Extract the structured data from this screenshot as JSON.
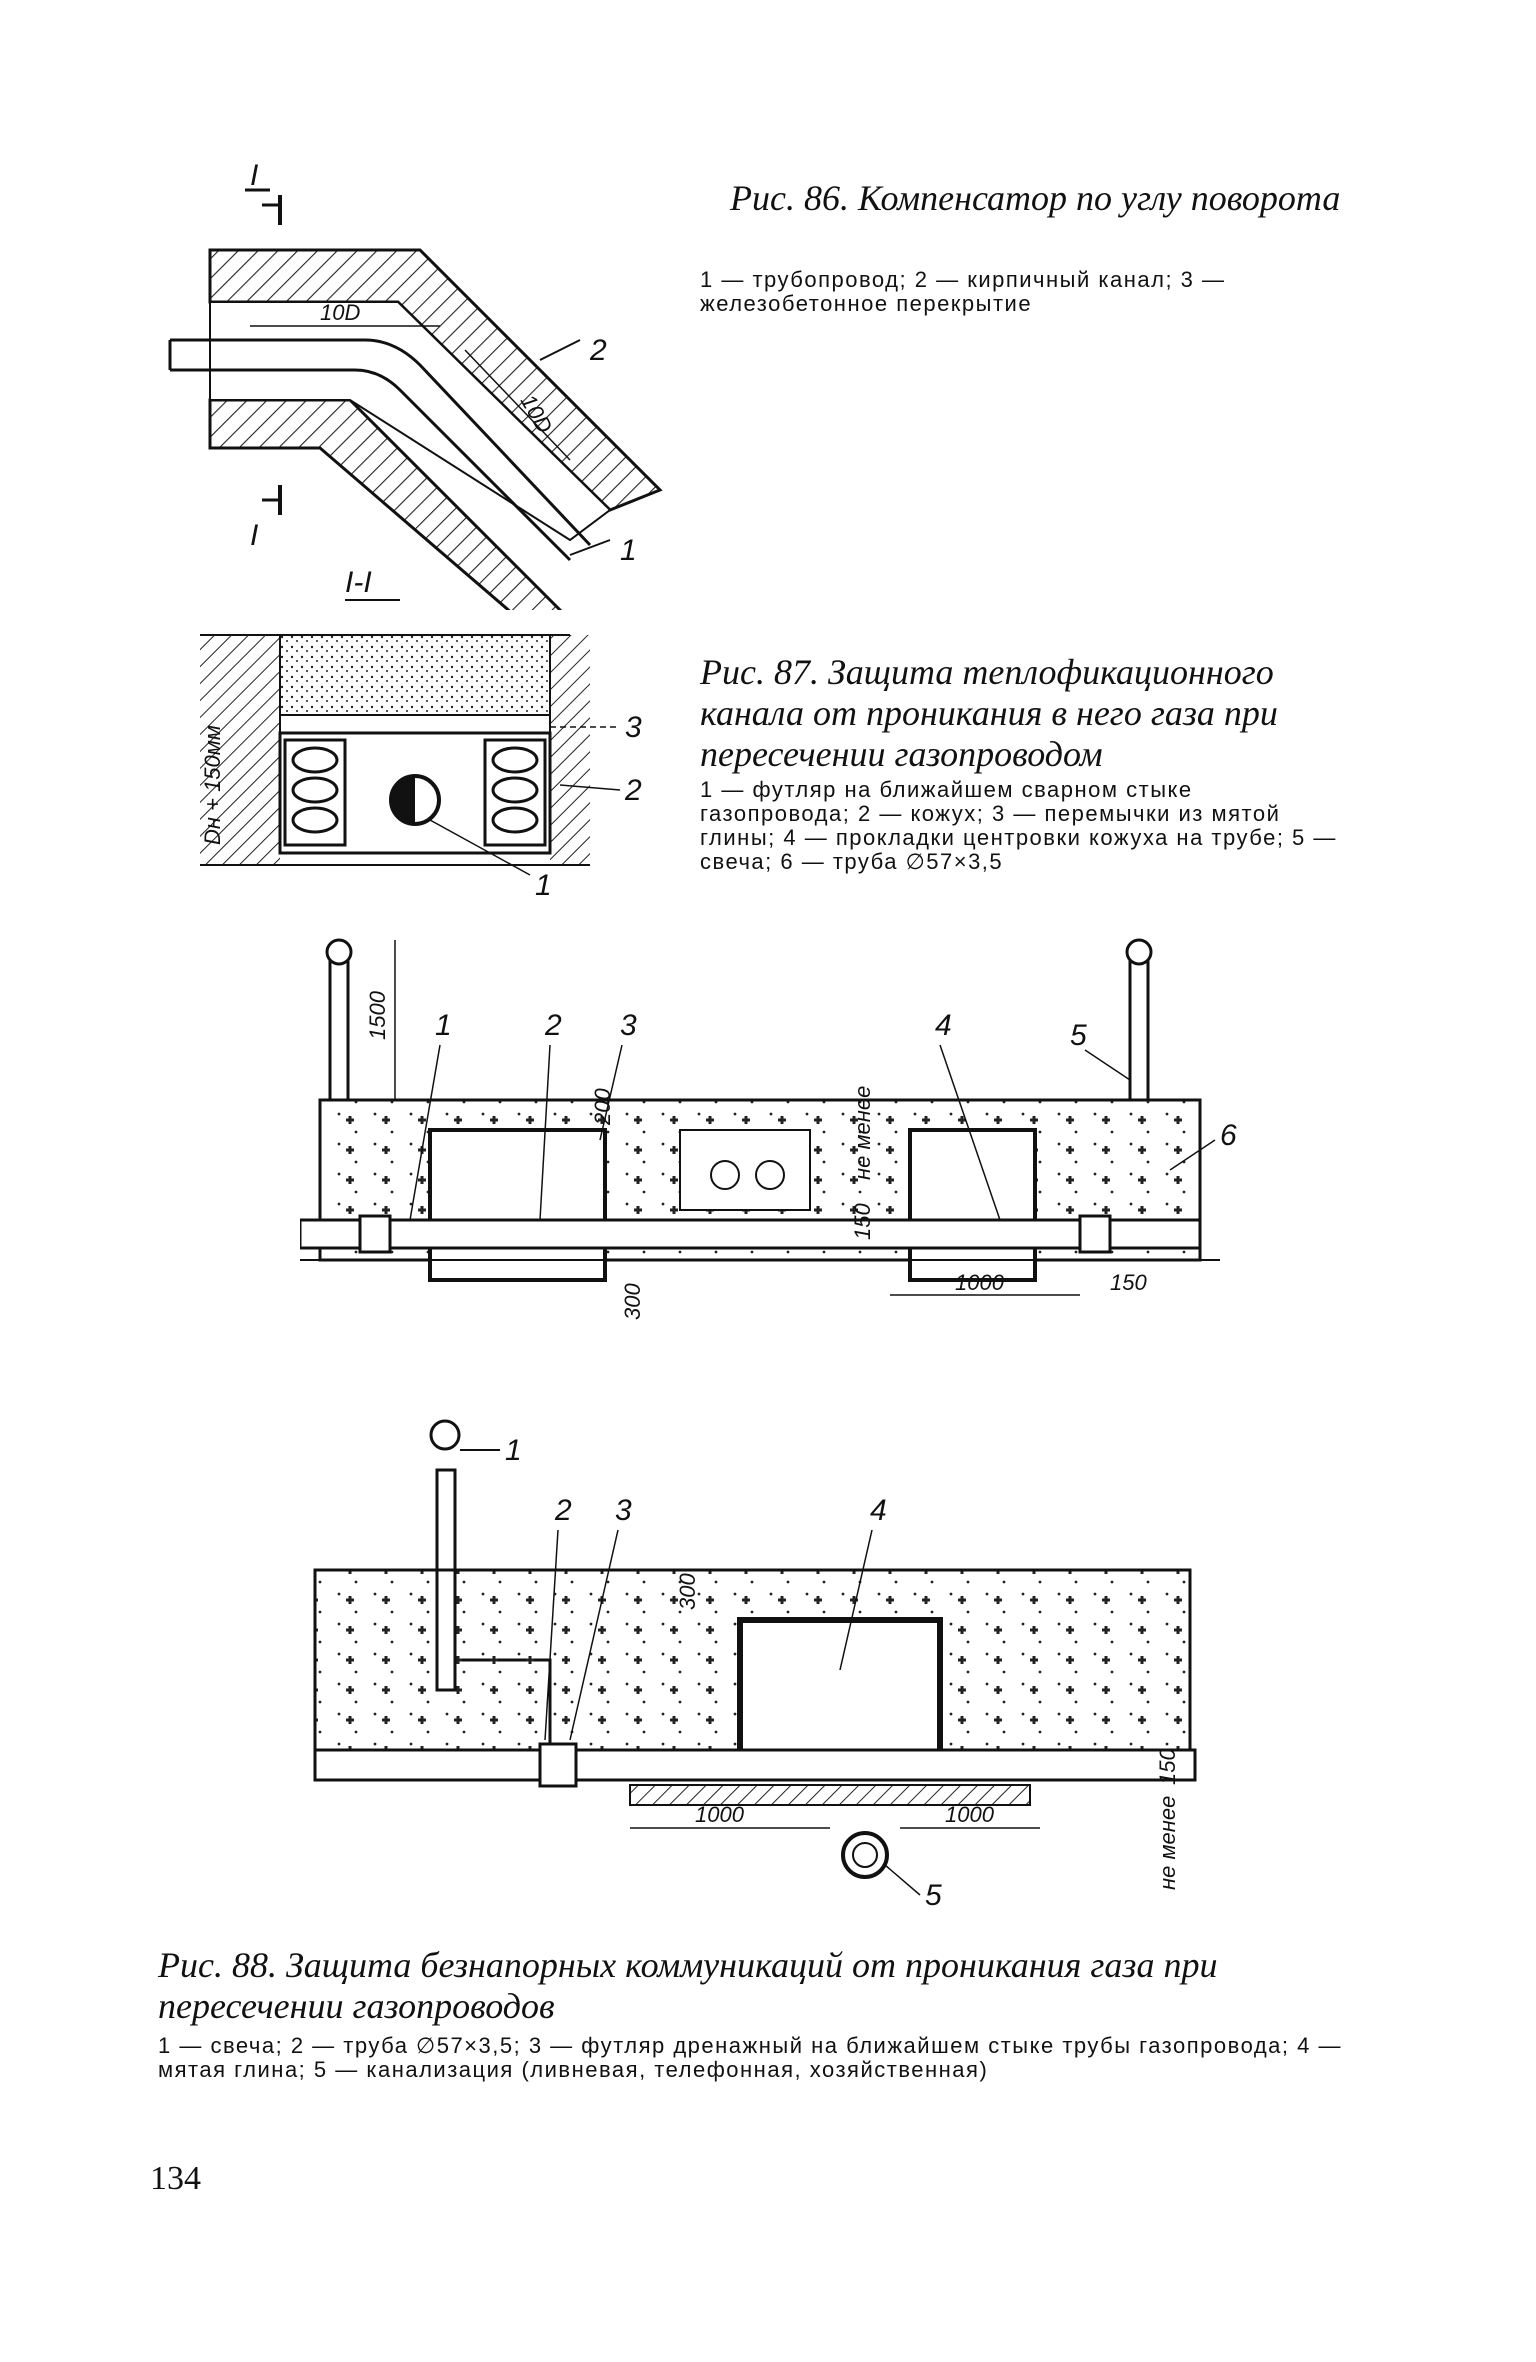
{
  "fig86": {
    "title": "Рис. 86. Компенсатор по углу поворота",
    "legend": "1 — трубопровод; 2 — кирпичный канал; 3 — железобетонное перекрытие",
    "labels": {
      "section_top": "I",
      "section_bottom": "I",
      "section_name": "I-I",
      "len1": "10D",
      "len2": "10D",
      "n1": "1",
      "n2": "2"
    }
  },
  "fig87": {
    "title": "Рис. 87. Защита теплофикационного канала от проникания в него газа при пересечении газопроводом",
    "legend": "1 — футляр на ближайшем сварном стыке газопровода; 2 — кожух; 3 — перемычки из мятой глины; 4 — прокладки центровки кожуха на трубе; 5 — свеча; 6 — труба ∅57×3,5",
    "labels": {
      "dim_vertical": "Dн + 150мм",
      "n1": "1",
      "n2": "2",
      "n3": "3"
    }
  },
  "fig87_long": {
    "labels": {
      "n1": "1",
      "n2": "2",
      "n3": "3",
      "n4": "4",
      "n5": "5",
      "n6": "6"
    },
    "dims": {
      "d1500": "1500",
      "d200": "200",
      "d150": "150",
      "d300": "300",
      "d1000": "1000",
      "d150b": "150",
      "not_less": "не менее"
    }
  },
  "fig88": {
    "title": "Рис. 88. Защита безнапорных коммуникаций от проникания газа при пересечении газопроводов",
    "legend": "1 — свеча; 2 — труба ∅57×3,5; 3 — футляр дренажный на ближайшем стыке трубы газопровода; 4 — мятая глина; 5 — канализация (ливневая, телефонная, хозяйственная)",
    "labels": {
      "n1": "1",
      "n2": "2",
      "n3": "3",
      "n4": "4",
      "n5": "5"
    },
    "dims": {
      "d300": "300",
      "d150": "150",
      "d1000a": "1000",
      "d1000b": "1000",
      "not_less": "не менее"
    }
  },
  "page": {
    "number": "134"
  }
}
